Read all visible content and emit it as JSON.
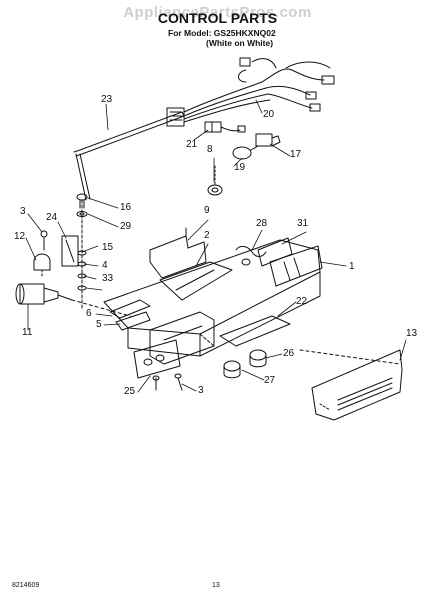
{
  "watermark": "AppliancePartsPros.com",
  "header": {
    "title": "CONTROL PARTS",
    "model_line": "For Model: GS25HKXNQ02",
    "color_line": "(White on White)"
  },
  "callouts": {
    "c1": "1",
    "c2": "2",
    "c3a": "3",
    "c3b": "3",
    "c4": "4",
    "c5": "5",
    "c6": "6",
    "c8": "8",
    "c9": "9",
    "c11": "11",
    "c12": "12",
    "c13": "13",
    "c15": "15",
    "c16": "16",
    "c17": "17",
    "c19": "19",
    "c20": "20",
    "c21": "21",
    "c22": "22",
    "c23": "23",
    "c24": "24",
    "c25": "25",
    "c26": "26",
    "c27": "27",
    "c28": "28",
    "c29": "29",
    "c31": "31",
    "c33": "33"
  },
  "footer": {
    "doc_number": "8214609",
    "page_number": "13"
  }
}
